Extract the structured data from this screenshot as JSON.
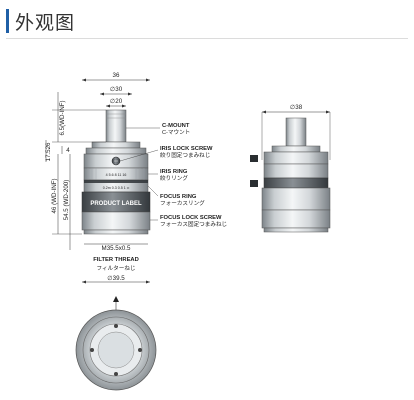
{
  "header": {
    "title": "外观图",
    "accent_color": "#1f5fa6"
  },
  "dimensions": {
    "overall_width": "36",
    "diameter_30": "∅30",
    "diameter_20": "∅20",
    "md_inf": "6.5(WD-INF)",
    "length_17_5": "17.526",
    "small_4": "4",
    "length_46": "46 (WD-INF)",
    "length_54_5": "54.5 (WD-200)",
    "thread": "M35.5x0.5",
    "diameter_39_5": "∅39.5",
    "side_diameter": "∅38"
  },
  "labels": {
    "c_mount": "C-MOUNT",
    "c_mount_jp": "C-マウント",
    "iris_lock": "IRIS LOCK SCREW",
    "iris_lock_jp": "絞り固定つまみねじ",
    "iris_ring": "IRIS RING",
    "iris_ring_jp": "絞りリング",
    "focus_ring": "FOCUS RING",
    "focus_ring_jp": "フォーカスリング",
    "focus_lock": "FOCUS LOCK SCREW",
    "focus_lock_jp": "フォーカス固定つまみねじ",
    "product_label": "PRODUCT LABEL",
    "filter_thread": "FILTER THREAD",
    "filter_thread_jp": "フィルターねじ"
  },
  "lens_marks": {
    "iris_scale": "4  5.6  8  11  16",
    "focus_scale": "0.2m  0.3  0.5  1  ∞"
  }
}
